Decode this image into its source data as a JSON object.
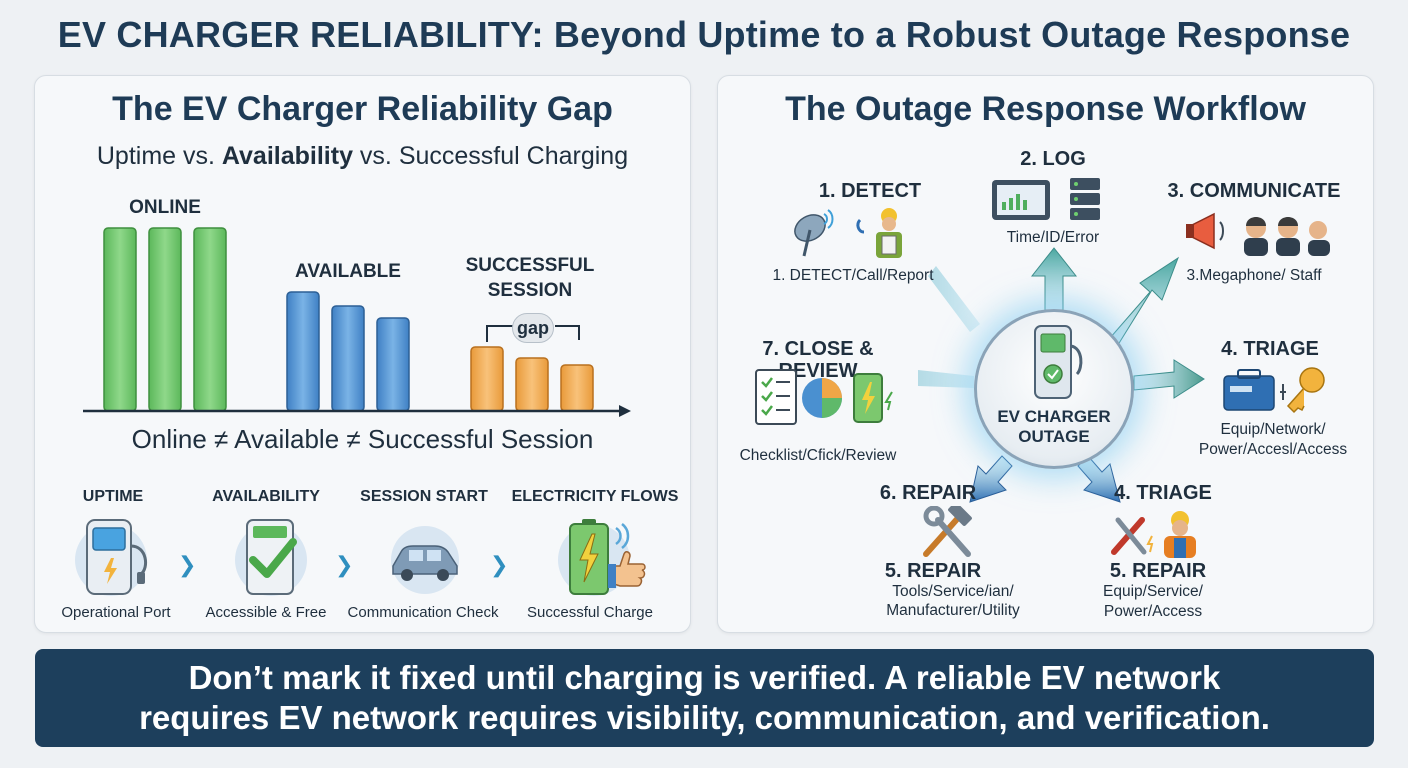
{
  "title": "EV CHARGER RELIABILITY: Beyond Uptime to a Robust Outage Response",
  "left_panel": {
    "title": "The EV Charger Reliability Gap",
    "subtitle_pre": "Uptime vs. ",
    "subtitle_bold": "Availability",
    "subtitle_post": " vs. Successful Charging",
    "group_labels": {
      "online": "ONLINE",
      "available": "AVAILABLE",
      "successful_l1": "SUCCESSFUL",
      "successful_l2": "SESSION"
    },
    "gap_label": "gap",
    "equation": "Online ≠ Available ≠ Successful Session",
    "steps": [
      {
        "head": "UPTIME",
        "foot": "Operational Port"
      },
      {
        "head": "AVAILABILITY",
        "foot": "Accessible & Free"
      },
      {
        "head": "SESSION START",
        "foot": "Communication Check"
      },
      {
        "head": "ELECTRICITY FLOWS",
        "foot": "Successful Charge"
      }
    ],
    "colors": {
      "online": "#6cc06a",
      "available": "#4d8fcf",
      "successful": "#f0a647"
    }
  },
  "right_panel": {
    "title": "The Outage Response Workflow",
    "hub_l1": "EV CHARGER",
    "hub_l2": "OUTAGE",
    "nodes": {
      "detect_head": "1.  DETECT",
      "detect_sub": "1. DETECT/Call/Report",
      "log_head": "2. LOG",
      "log_sub": "Time/ID/Error",
      "communicate_head": "3. COMMUNICATE",
      "communicate_sub": "3.Megaphone/ Staff",
      "triage_right_head": "4. TRIAGE",
      "triage_right_sub_l1": "Equip/Network/",
      "triage_right_sub_l2": "Power/Accesl/Access",
      "close_head": "7. CLOSE & REVIEW",
      "close_sub": "Checklist/Cfick/Review",
      "repair6_head": "6. REPAIR",
      "repair5_head_left": "5. REPAIR",
      "repair5_sub_left_l1": "Tools/Service/ian/",
      "repair5_sub_left_l2": "Manufacturer/Utility",
      "triage_bottom_head": "4. TRIAGE",
      "repair5_head_right": "5. REPAIR",
      "repair5_sub_right_l1": "Equip/Service/",
      "repair5_sub_right_l2": "Power/Access"
    }
  },
  "footer": {
    "line1": "Don’t mark it fixed until charging is verified. A reliable EV network",
    "line2": "requires EV network requires visibility, communication, and verification."
  }
}
